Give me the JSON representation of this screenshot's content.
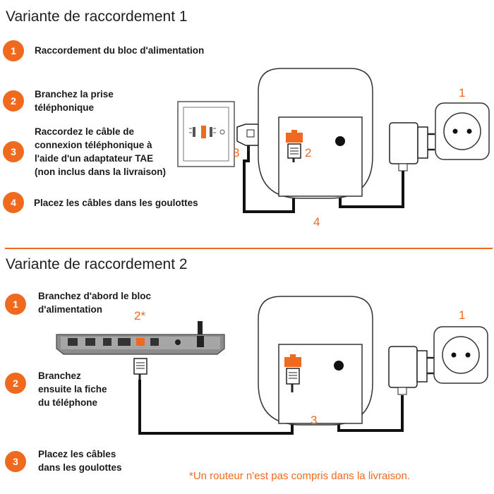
{
  "section1": {
    "title": "Variante de raccordement 1",
    "steps": [
      {
        "number": "1",
        "lines": [
          "Raccordement du bloc d'alimentation"
        ]
      },
      {
        "number": "2",
        "lines": [
          "Branchez la prise",
          "téléphonique"
        ]
      },
      {
        "number": "3",
        "lines": [
          "Raccordez le câble de",
          "connexion téléphonique à",
          "l'aide d'un adaptateur TAE",
          "(non inclus dans la livraison)"
        ]
      },
      {
        "number": "4",
        "lines": [
          "Placez les câbles dans les goulottes"
        ]
      }
    ],
    "callouts": {
      "outlet": "1",
      "phone_port": "2",
      "tae": "3",
      "cables": "4"
    }
  },
  "section2": {
    "title": "Variante de raccordement 2",
    "steps": [
      {
        "number": "1",
        "lines": [
          "Branchez d'abord le bloc",
          "d'alimentation"
        ]
      },
      {
        "number": "2",
        "lines": [
          "Branchez",
          "ensuite la fiche",
          "du téléphone"
        ]
      },
      {
        "number": "3",
        "lines": [
          "Placez les câbles",
          "dans les goulottes"
        ]
      }
    ],
    "callouts": {
      "outlet": "1",
      "router": "2*",
      "cables": "3"
    },
    "footnote": "*Un routeur n'est pas compris dans la livraison."
  },
  "colors": {
    "accent": "#ef6a1f",
    "text": "#1a1a1a",
    "cable": "#111111"
  },
  "icons": [
    "power-outlet-icon",
    "power-adapter-icon",
    "base-station-icon",
    "tae-wall-socket-icon",
    "router-icon",
    "rj11-plug-icon"
  ]
}
